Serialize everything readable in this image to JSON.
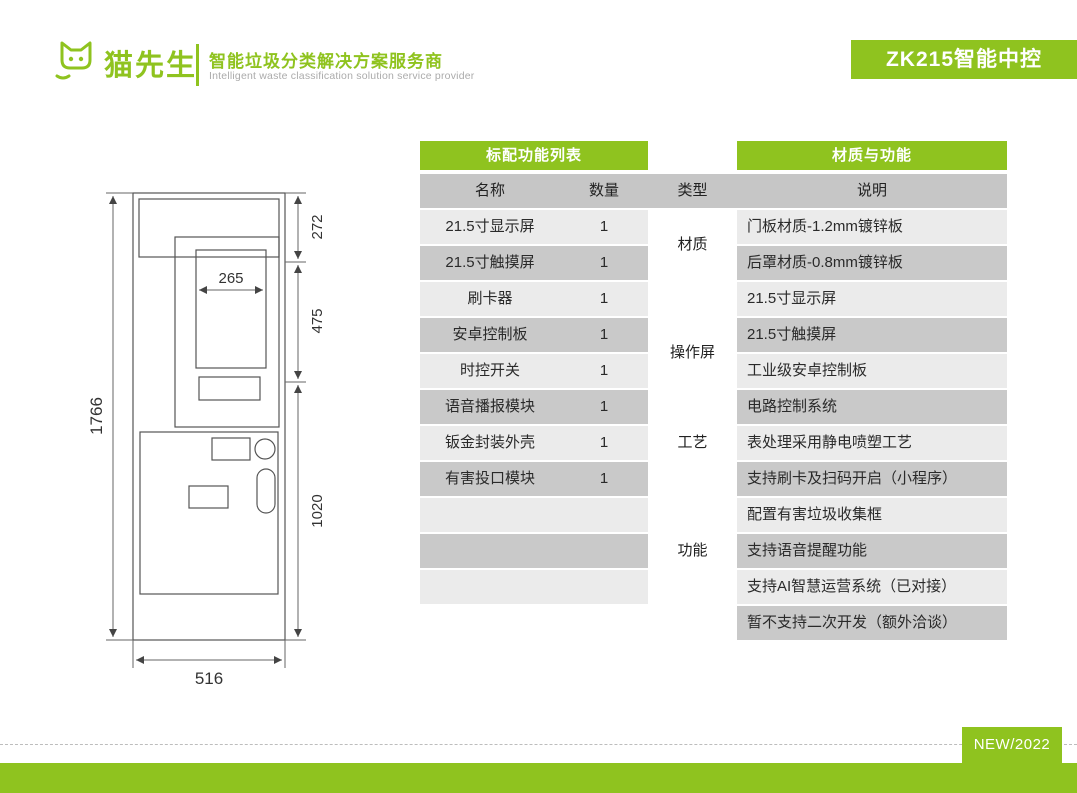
{
  "brand": {
    "logo_text": "猫先生",
    "tagline_zh": "智能垃圾分类解决方案服务商",
    "tagline_en": "Intelligent waste classification solution service provider"
  },
  "badge": {
    "model": "ZK215智能中控"
  },
  "colors": {
    "brand_green": "#8FC31F",
    "row_light": "#EBEBEB",
    "row_dark": "#C9C9C9",
    "header_gray": "#C6C6C6"
  },
  "diagram": {
    "dims": {
      "height_total": "1766",
      "top_section": "272",
      "screen_section": "475",
      "lower_section": "1020",
      "screen_width": "265",
      "width_bottom": "516"
    }
  },
  "table": {
    "header_left": "标配功能列表",
    "header_right": "材质与功能",
    "columns": [
      "名称",
      "数量",
      "类型",
      "说明"
    ],
    "left_rows": [
      {
        "name": "21.5寸显示屏",
        "qty": "1"
      },
      {
        "name": "21.5寸触摸屏",
        "qty": "1"
      },
      {
        "name": "刷卡器",
        "qty": "1"
      },
      {
        "name": "安卓控制板",
        "qty": "1"
      },
      {
        "name": "时控开关",
        "qty": "1"
      },
      {
        "name": "语音播报模块",
        "qty": "1"
      },
      {
        "name": "钣金封装外壳",
        "qty": "1"
      },
      {
        "name": "有害投口模块",
        "qty": "1"
      },
      {
        "name": "",
        "qty": ""
      },
      {
        "name": "",
        "qty": ""
      },
      {
        "name": "",
        "qty": ""
      }
    ],
    "types": [
      "材质",
      "操作屏",
      "工艺",
      "功能"
    ],
    "desc_rows": [
      "门板材质-1.2mm镀锌板",
      "后罩材质-0.8mm镀锌板",
      "21.5寸显示屏",
      "21.5寸触摸屏",
      "工业级安卓控制板",
      "电路控制系统",
      "表处理采用静电喷塑工艺",
      "支持刷卡及扫码开启（小程序）",
      "配置有害垃圾收集框",
      "支持语音提醒功能",
      "支持AI智慧运营系统（已对接）",
      "暂不支持二次开发（额外洽谈）"
    ]
  },
  "footer": {
    "new_label": "NEW/2022"
  }
}
